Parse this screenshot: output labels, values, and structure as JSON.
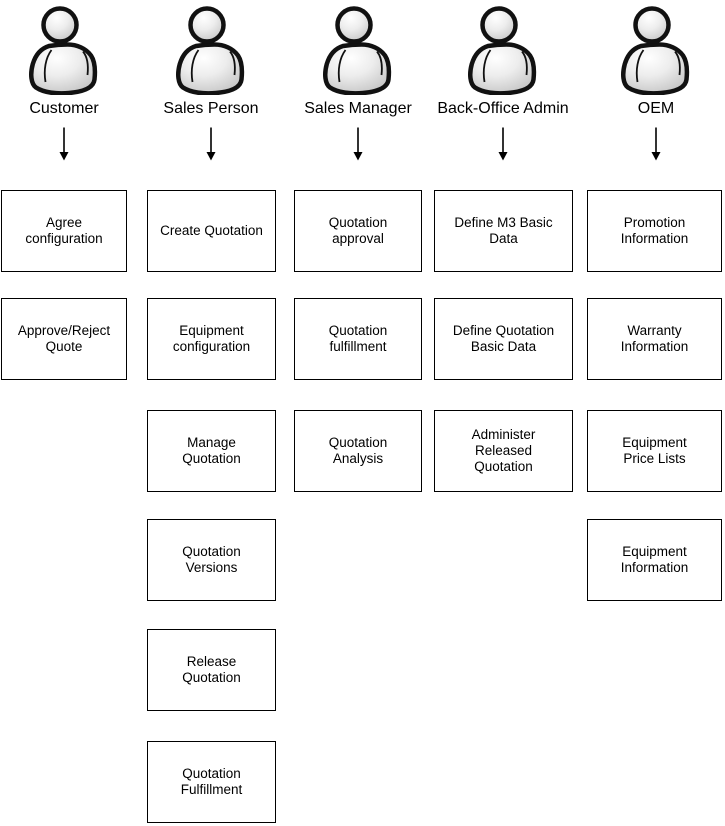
{
  "diagram": {
    "type": "role-task-diagram",
    "background": "#ffffff"
  },
  "icons": {
    "person": "person-icon",
    "arrow": "down-arrow-icon"
  },
  "colors": {
    "box_border": "#000000",
    "text": "#000000",
    "icon_outline": "#111111",
    "icon_fill_light": "#ffffff",
    "icon_fill_dark": "#c3c3c3"
  },
  "columns": [
    {
      "role": "Customer",
      "boxes": [
        {
          "label": "Agree\nconfiguration"
        },
        {
          "label": "Approve/Reject\nQuote"
        }
      ]
    },
    {
      "role": "Sales Person",
      "boxes": [
        {
          "label": "Create Quotation"
        },
        {
          "label": "Equipment\nconfiguration"
        },
        {
          "label": "Manage\nQuotation"
        },
        {
          "label": "Quotation\nVersions"
        },
        {
          "label": "Release\nQuotation"
        },
        {
          "label": "Quotation\nFulfillment"
        }
      ]
    },
    {
      "role": "Sales Manager",
      "boxes": [
        {
          "label": "Quotation\napproval"
        },
        {
          "label": "Quotation\nfulfillment"
        },
        {
          "label": "Quotation\nAnalysis"
        }
      ]
    },
    {
      "role": "Back-Office Admin",
      "boxes": [
        {
          "label": "Define M3 Basic\nData"
        },
        {
          "label": "Define Quotation\nBasic Data"
        },
        {
          "label": "Administer\nReleased\nQuotation"
        }
      ]
    },
    {
      "role": "OEM",
      "boxes": [
        {
          "label": "Promotion\nInformation"
        },
        {
          "label": "Warranty\nInformation"
        },
        {
          "label": "Equipment\nPrice Lists"
        },
        {
          "label": "Equipment\nInformation"
        }
      ]
    }
  ]
}
